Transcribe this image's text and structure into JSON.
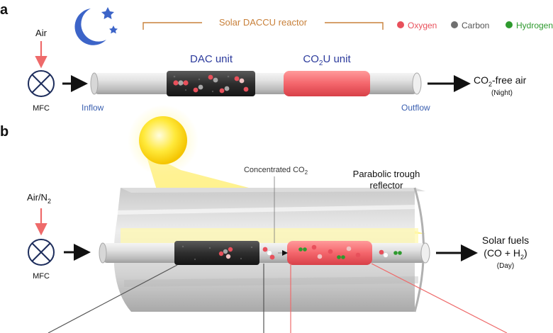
{
  "panel_a": {
    "panel_letter": "a",
    "reactor_title": "Solar DACCU reactor",
    "legend": [
      {
        "label": "Oxygen",
        "color": "#e8505b"
      },
      {
        "label": "Carbon",
        "color": "#707070"
      },
      {
        "label": "Hydrogen",
        "color": "#2e9a2e"
      }
    ],
    "air_label": "Air",
    "mfc_label": "MFC",
    "dac_label": "DAC unit",
    "co2u_label_main": "CO",
    "co2u_label_sub": "2",
    "co2u_label_tail": "U unit",
    "inflow_label": "Inflow",
    "outflow_label": "Outflow",
    "output_main": "CO",
    "output_sub": "2",
    "output_tail": "-free air",
    "output_note": "(Night)",
    "icon": "moon-stars-icon"
  },
  "panel_b": {
    "panel_letter": "b",
    "air_label_main": "Air/N",
    "air_label_sub": "2",
    "mfc_label": "MFC",
    "concentrated_main": "Concentrated CO",
    "concentrated_sub": "2",
    "reflector_line1": "Parabolic trough",
    "reflector_line2": "reflector",
    "fuels_line1": "Solar fuels",
    "fuels_line2_main": "(CO + H",
    "fuels_line2_sub": "2",
    "fuels_line2_tail": ")",
    "fuels_note": "(Day)",
    "icon": "sun-icon"
  },
  "colors": {
    "oxygen": "#e8505b",
    "carbon": "#707070",
    "hydrogen": "#2e9a2e",
    "title_orange": "#c8803a",
    "unit_blue": "#2b3a9c",
    "flow_blue": "#3a5fb0",
    "arrow_red": "#ee6a6a"
  }
}
